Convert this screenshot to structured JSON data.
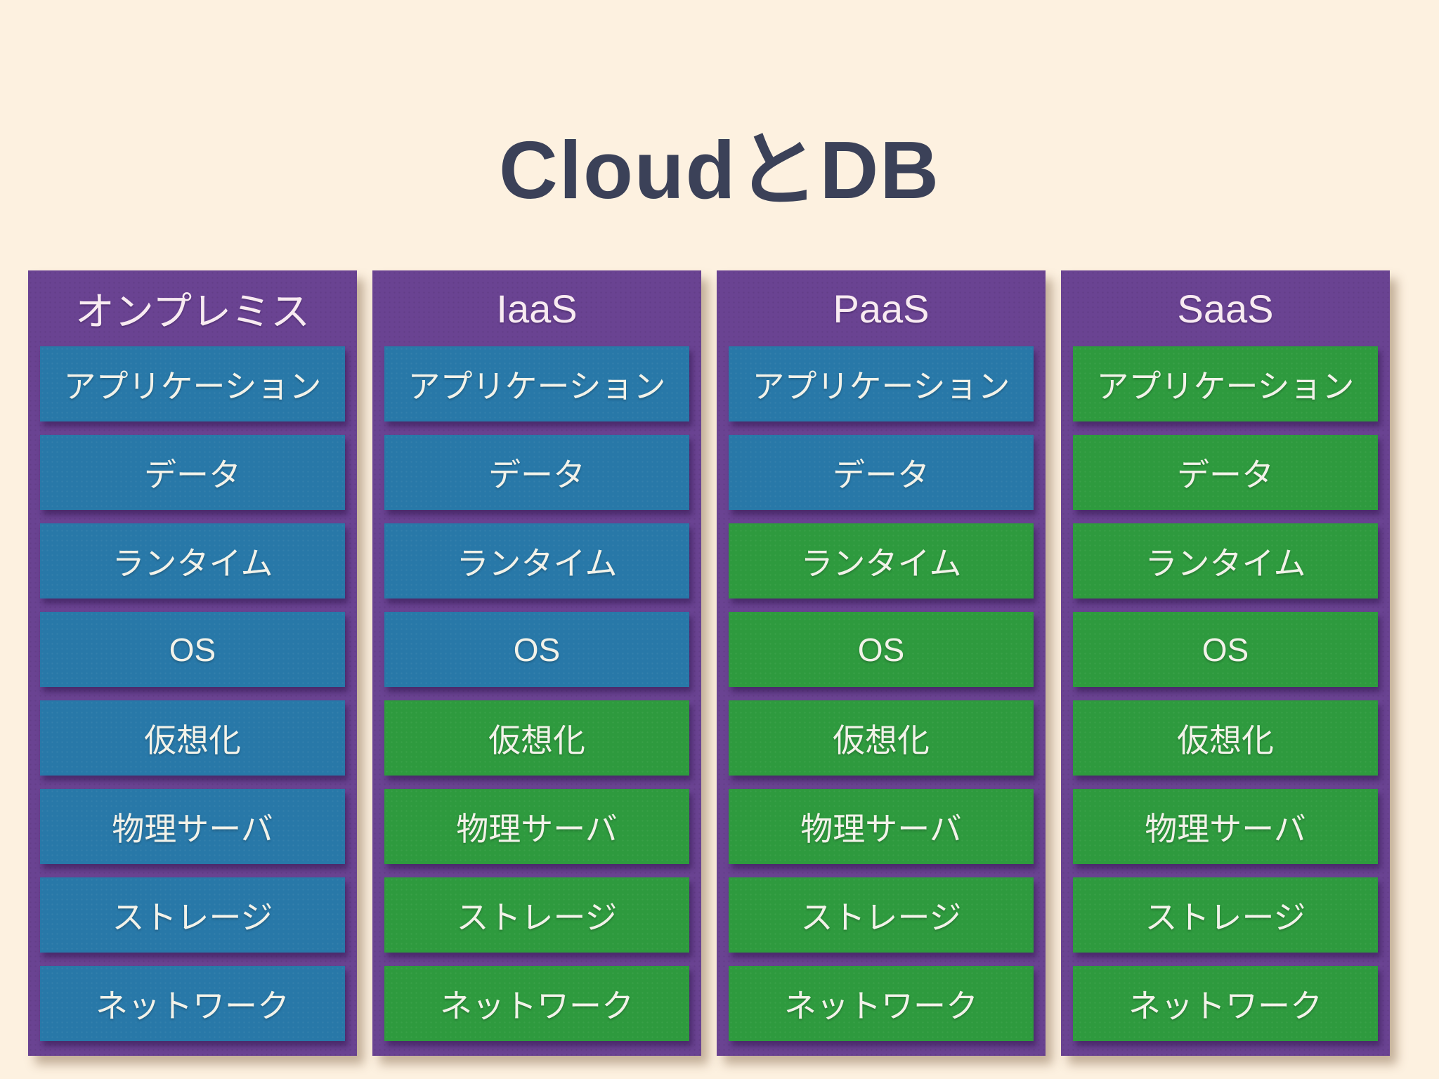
{
  "title": "CloudとDB",
  "colors": {
    "background": "#fdf1e0",
    "column": "#6a4392",
    "self_managed": "#2878a8",
    "cloud_managed": "#2e9a3e",
    "title_text": "#3b4158",
    "header_text": "#f8ebf1",
    "cell_text": "#f2f2e9"
  },
  "columns": [
    {
      "header": "オンプレミス",
      "cells": [
        {
          "label": "アプリケーション",
          "managed": "self"
        },
        {
          "label": "データ",
          "managed": "self"
        },
        {
          "label": "ランタイム",
          "managed": "self"
        },
        {
          "label": "OS",
          "managed": "self"
        },
        {
          "label": "仮想化",
          "managed": "self"
        },
        {
          "label": "物理サーバ",
          "managed": "self"
        },
        {
          "label": "ストレージ",
          "managed": "self"
        },
        {
          "label": "ネットワーク",
          "managed": "self"
        }
      ]
    },
    {
      "header": "IaaS",
      "cells": [
        {
          "label": "アプリケーション",
          "managed": "self"
        },
        {
          "label": "データ",
          "managed": "self"
        },
        {
          "label": "ランタイム",
          "managed": "self"
        },
        {
          "label": "OS",
          "managed": "self"
        },
        {
          "label": "仮想化",
          "managed": "cloud"
        },
        {
          "label": "物理サーバ",
          "managed": "cloud"
        },
        {
          "label": "ストレージ",
          "managed": "cloud"
        },
        {
          "label": "ネットワーク",
          "managed": "cloud"
        }
      ]
    },
    {
      "header": "PaaS",
      "cells": [
        {
          "label": "アプリケーション",
          "managed": "self"
        },
        {
          "label": "データ",
          "managed": "self"
        },
        {
          "label": "ランタイム",
          "managed": "cloud"
        },
        {
          "label": "OS",
          "managed": "cloud"
        },
        {
          "label": "仮想化",
          "managed": "cloud"
        },
        {
          "label": "物理サーバ",
          "managed": "cloud"
        },
        {
          "label": "ストレージ",
          "managed": "cloud"
        },
        {
          "label": "ネットワーク",
          "managed": "cloud"
        }
      ]
    },
    {
      "header": "SaaS",
      "cells": [
        {
          "label": "アプリケーション",
          "managed": "cloud"
        },
        {
          "label": "データ",
          "managed": "cloud"
        },
        {
          "label": "ランタイム",
          "managed": "cloud"
        },
        {
          "label": "OS",
          "managed": "cloud"
        },
        {
          "label": "仮想化",
          "managed": "cloud"
        },
        {
          "label": "物理サーバ",
          "managed": "cloud"
        },
        {
          "label": "ストレージ",
          "managed": "cloud"
        },
        {
          "label": "ネットワーク",
          "managed": "cloud"
        }
      ]
    }
  ]
}
